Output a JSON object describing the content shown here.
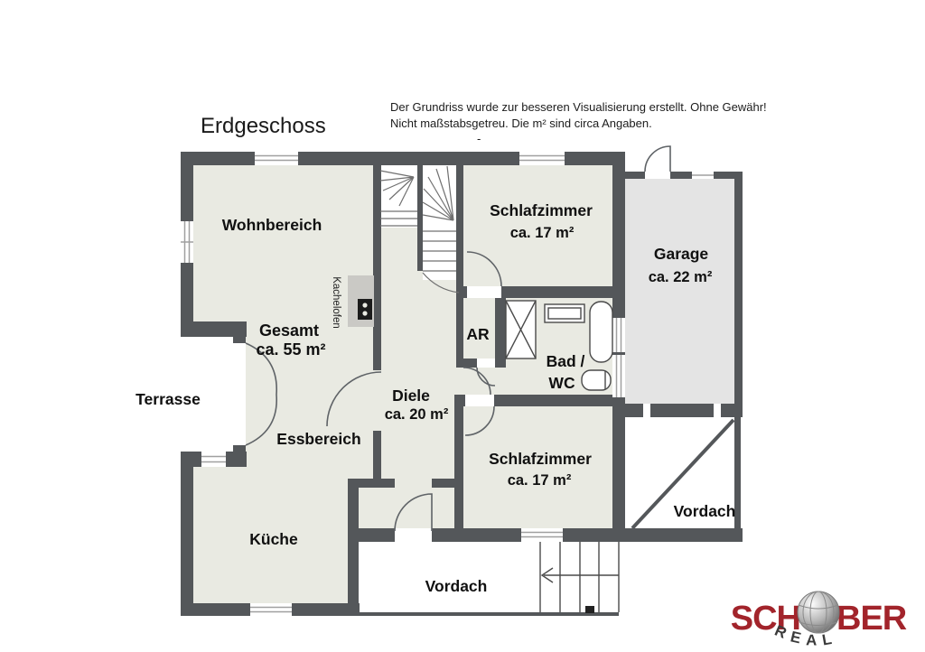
{
  "header": {
    "title": "Erdgeschoss",
    "disclaimer_line1": "Der Grundriss wurde zur besseren Visualisierung erstellt. Ohne Gewähr!",
    "disclaimer_line2": "Nicht maßstabsgetreu. Die m² sind circa Angaben.",
    "dash": "-"
  },
  "rooms": {
    "wohnbereich": {
      "label": "Wohnbereich"
    },
    "gesamt": {
      "label": "Gesamt",
      "area": "ca. 55 m²"
    },
    "terrasse": {
      "label": "Terrasse"
    },
    "essbereich": {
      "label": "Essbereich"
    },
    "kueche": {
      "label": "Küche"
    },
    "diele": {
      "label": "Diele",
      "area": "ca. 20 m²"
    },
    "schlafzimmer_oben": {
      "label": "Schlafzimmer",
      "area": "ca. 17 m²"
    },
    "abstellraum": {
      "label": "AR"
    },
    "bad": {
      "label_line1": "Bad /",
      "label_line2": "WC"
    },
    "schlafzimmer_unten": {
      "label": "Schlafzimmer",
      "area": "ca. 17 m²"
    },
    "garage": {
      "label": "Garage",
      "area": "ca. 22 m²"
    },
    "vordach_sued": {
      "label": "Vordach"
    },
    "vordach_ost": {
      "label": "Vordach"
    },
    "kachelofen": {
      "label": "Kachelofen"
    }
  },
  "logo": {
    "part1": "SCH",
    "part2": "BER",
    "sub": "REAL"
  },
  "colors": {
    "wall": "#54575a",
    "room_fill": "#e9eae2",
    "garage_fill": "#e4e4e4",
    "stove_fill": "#cac9c5",
    "logo_red": "#a2242b",
    "logo_gray": "#3b3b3b"
  }
}
